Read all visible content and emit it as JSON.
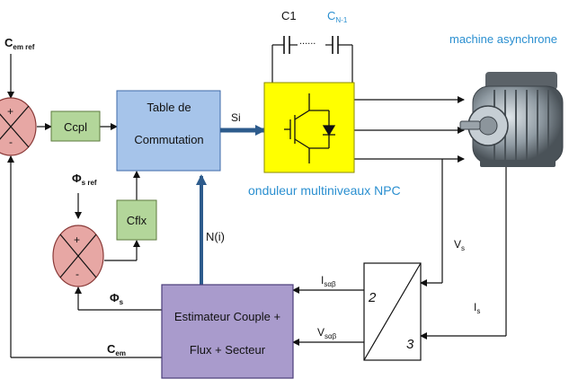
{
  "inputs": {
    "cem_ref": "C",
    "cem_ref_sub": "em ref",
    "phi_ref": "Φ",
    "phi_ref_sub": "s ref"
  },
  "blocks": {
    "ccpl": "Ccpl",
    "cflx": "Cflx",
    "table_line1": "Table de",
    "table_line2": "Commutation",
    "estimator_line1": "Estimateur  Couple +",
    "estimator_line2": "Flux  + Secteur"
  },
  "signals": {
    "si": "Si",
    "ni": "N(i)",
    "phis": "Φ",
    "phis_sub": "s",
    "cem": "C",
    "cem_sub": "em",
    "isab": "I",
    "isab_sub": "sαβ",
    "vsab": "V",
    "vsab_sub": "sαβ",
    "vs": "V",
    "vs_sub": "s",
    "is": "I",
    "is_sub": "s"
  },
  "comparators": {
    "plus": "+",
    "minus": "-"
  },
  "transform": {
    "in": "2",
    "out": "3"
  },
  "capacitors": {
    "c1": "C1",
    "dots": "......",
    "cn1": "C",
    "cn1_sub": "N-1"
  },
  "labels": {
    "inverter": "onduleur multiniveaux NPC",
    "machine": "machine asynchrone"
  },
  "colors": {
    "comparator": "#e7a7a4",
    "green_block": "#b3d69a",
    "table_block": "#a6c4ea",
    "estimator_block": "#a99bcc",
    "inverter_block": "#ffff00",
    "blue_text": "#2a8fd0"
  }
}
